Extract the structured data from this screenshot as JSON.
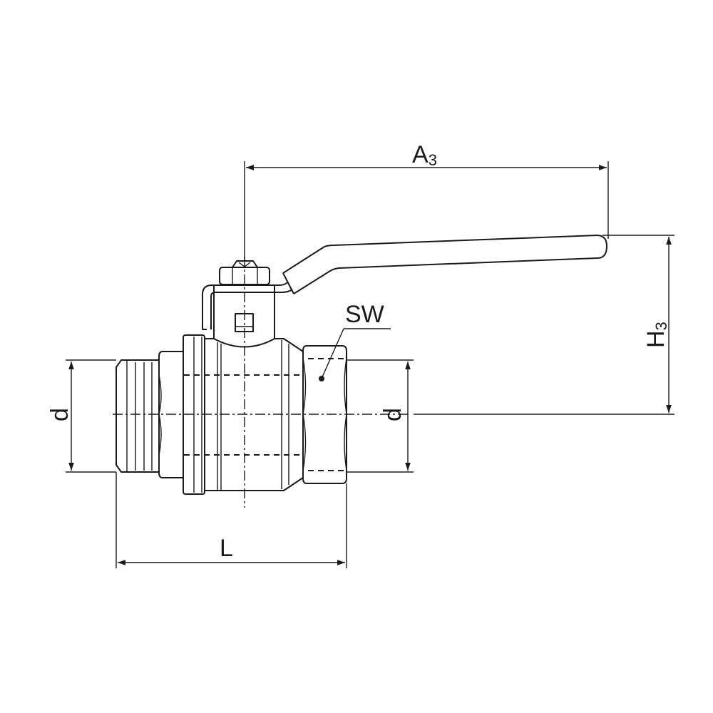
{
  "diagram": {
    "subject": "ball-valve",
    "labels": {
      "a3_main": "A",
      "a3_sub": "3",
      "h3_main": "H",
      "h3_sub": "3",
      "sw": "SW",
      "d_left": "d",
      "d_right": "d",
      "l": "L"
    },
    "line_color": "#1a1a1a",
    "background": "#ffffff"
  }
}
